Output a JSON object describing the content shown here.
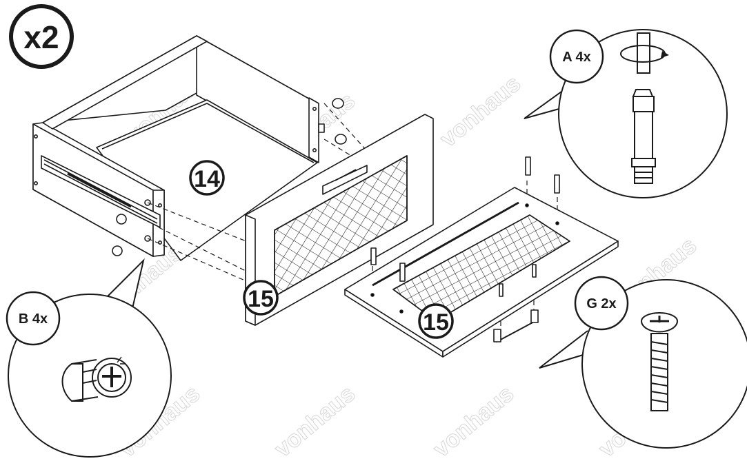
{
  "multiplier": "x2",
  "watermark": "vonhaus",
  "parts": {
    "drawer_box": "14",
    "drawer_front_installed": "15",
    "drawer_front_flat": "15"
  },
  "hardware": {
    "a": {
      "label": "A 4x"
    },
    "b": {
      "label": "B 4x"
    },
    "g": {
      "label": "G 2x"
    }
  },
  "colors": {
    "ink": "#1a1a1a",
    "watermark": "#dcdcdc",
    "paper": "#ffffff"
  }
}
